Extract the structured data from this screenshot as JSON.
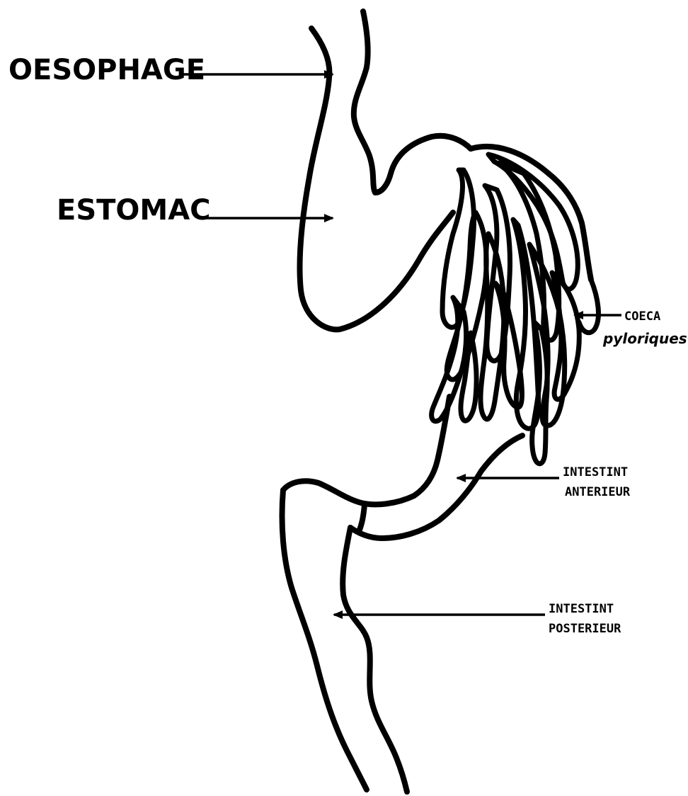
{
  "labels": {
    "oesophage": "OESOPHAGE",
    "estomac": "ESTOMAC",
    "coeca_line1": "COECA",
    "coeca_line2": "pyloriques",
    "intestin_ant_line1": "INTESTINT",
    "intestin_ant_line2": "ANTERIEUR",
    "intestin_post_line1": "INTESTINT",
    "intestin_post_line2": "POSTERIEUR"
  },
  "colors": {
    "ink": "#000000",
    "paper": "#ffffff"
  }
}
